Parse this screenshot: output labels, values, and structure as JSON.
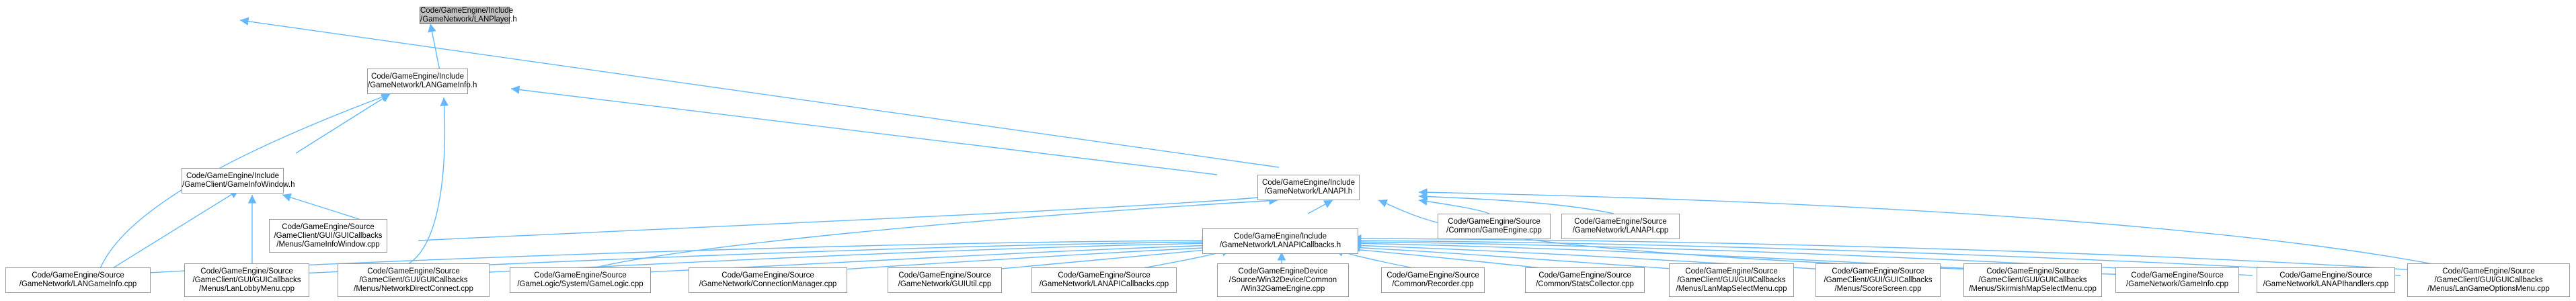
{
  "graph": {
    "edge_color": "#63b8ff",
    "root_fill": "#bfbfbf",
    "nodes": {
      "lanplayer": [
        "Code/GameEngine/Include",
        "/GameNetwork/LANPlayer.h"
      ],
      "langameinfo_h": [
        "Code/GameEngine/Include",
        "/GameNetwork/LANGameInfo.h"
      ],
      "gameinfowindow_h": [
        "Code/GameEngine/Include",
        "/GameClient/GameInfoWindow.h"
      ],
      "lanapi_h": [
        "Code/GameEngine/Include",
        "/GameNetwork/LANAPI.h"
      ],
      "gameinfowindow_cpp": [
        "Code/GameEngine/Source",
        "/GameClient/GUI/GUICallbacks",
        "/Menus/GameInfoWindow.cpp"
      ],
      "common_gameengine": [
        "Code/GameEngine/Source",
        "/Common/GameEngine.cpp"
      ],
      "lanapi_cpp": [
        "Code/GameEngine/Source",
        "/GameNetwork/LANAPI.cpp"
      ],
      "lanapicallbacks_h": [
        "Code/GameEngine/Include",
        "/GameNetwork/LANAPICallbacks.h"
      ],
      "langameinfo_cpp": [
        "Code/GameEngine/Source",
        "/GameNetwork/LANGameInfo.cpp"
      ],
      "lanlobbymenu": [
        "Code/GameEngine/Source",
        "/GameClient/GUI/GUICallbacks",
        "/Menus/LanLobbyMenu.cpp"
      ],
      "networkdirectconnect": [
        "Code/GameEngine/Source",
        "/GameClient/GUI/GUICallbacks",
        "/Menus/NetworkDirectConnect.cpp"
      ],
      "gamelogic": [
        "Code/GameEngine/Source",
        "/GameLogic/System/GameLogic.cpp"
      ],
      "connectionmanager": [
        "Code/GameEngine/Source",
        "/GameNetwork/ConnectionManager.cpp"
      ],
      "guiutil": [
        "Code/GameEngine/Source",
        "/GameNetwork/GUIUtil.cpp"
      ],
      "lanapicallbacks_cpp": [
        "Code/GameEngine/Source",
        "/GameNetwork/LANAPICallbacks.cpp"
      ],
      "win32gameengine": [
        "Code/GameEngineDevice",
        "/Source/Win32Device/Common",
        "/Win32GameEngine.cpp"
      ],
      "recorder": [
        "Code/GameEngine/Source",
        "/Common/Recorder.cpp"
      ],
      "statscollector": [
        "Code/GameEngine/Source",
        "/Common/StatsCollector.cpp"
      ],
      "lanmapselectmenu": [
        "Code/GameEngine/Source",
        "/GameClient/GUI/GUICallbacks",
        "/Menus/LanMapSelectMenu.cpp"
      ],
      "scorescreen": [
        "Code/GameEngine/Source",
        "/GameClient/GUI/GUICallbacks",
        "/Menus/ScoreScreen.cpp"
      ],
      "skirmishmapselectmenu": [
        "Code/GameEngine/Source",
        "/GameClient/GUI/GUICallbacks",
        "/Menus/SkirmishMapSelectMenu.cpp"
      ],
      "gameinfo_cpp": [
        "Code/GameEngine/Source",
        "/GameNetwork/GameInfo.cpp"
      ],
      "lanapihandlers": [
        "Code/GameEngine/Source",
        "/GameNetwork/LANAPIhandlers.cpp"
      ],
      "langameoptionsmenu": [
        "Code/GameEngine/Source",
        "/GameClient/GUI/GUICallbacks",
        "/Menus/LanGameOptionsMenu.cpp"
      ]
    }
  }
}
